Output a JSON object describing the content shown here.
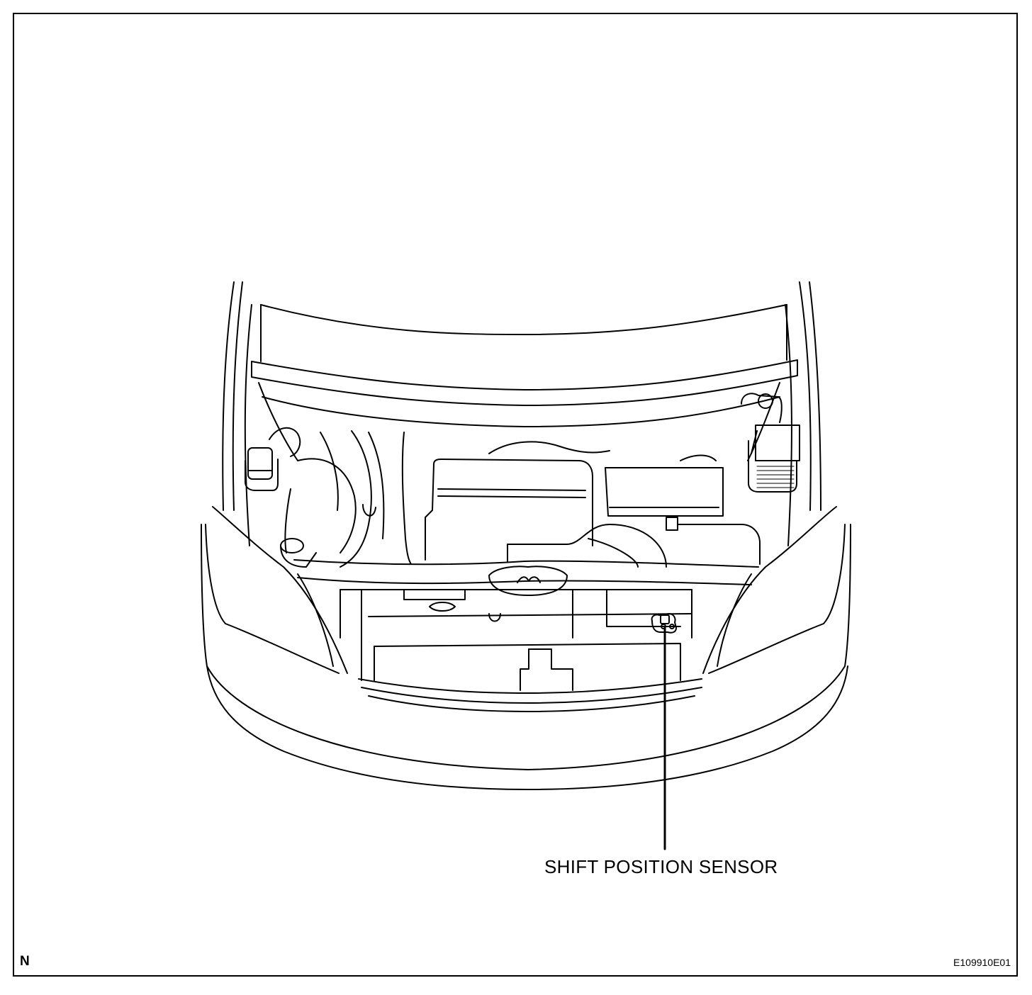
{
  "callout": {
    "label": "SHIFT POSITION SENSOR",
    "target_icon": "shift-position-sensor-icon"
  },
  "corner_mark": "N",
  "figure_id": "E109910E01",
  "colors": {
    "line": "#000000",
    "background": "#ffffff"
  }
}
